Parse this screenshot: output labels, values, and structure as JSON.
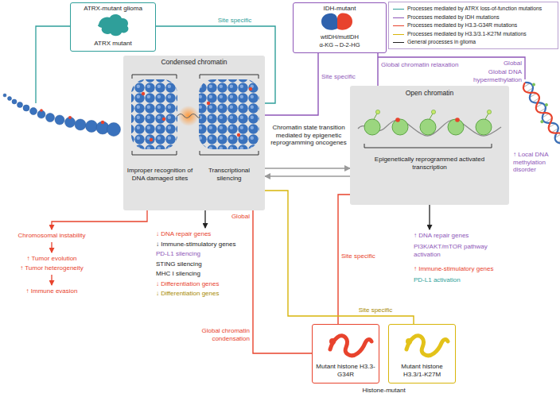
{
  "diagram": {
    "nodes": [
      {
        "text": [
          "ATRX-mutant glioma",
          "ATRX mutant"
        ]
      },
      {
        "text": [
          "IDH-mutant",
          "wtIDH/mutIDH",
          "α-KG→D-2-HG"
        ]
      },
      {
        "text": [
          "Condensed chromatin",
          "Improper recognition of DNA damaged sites",
          "Transcriptional silencing"
        ]
      },
      {
        "text": [
          "Open chromatin",
          "Epigenetically reprogrammed activated transcription"
        ]
      },
      {
        "text": [
          "Mutant histone H3.3-G34R"
        ]
      },
      {
        "text": [
          "Mutant histone H3.3/1-K27M"
        ]
      }
    ],
    "edges": [
      {
        "from": 0,
        "to": 2,
        "arrow": "none",
        "label": "Site specific"
      },
      {
        "from": 1,
        "to": 2,
        "arrow": "none",
        "label": "Site specific"
      },
      {
        "from": 1,
        "to": 3,
        "arrow": "none",
        "label": "Global chromatin relaxation"
      },
      {
        "from": 2,
        "to": 3,
        "arrow": "to"
      },
      {
        "from": 3,
        "to": 2,
        "arrow": "to"
      },
      {
        "from": 4,
        "to": 2,
        "arrow": "none",
        "label": "Global chromatin condensation"
      },
      {
        "from": 4,
        "to": 3,
        "arrow": "none",
        "label": "Site specific"
      },
      {
        "from": 5,
        "to": 2,
        "arrow": "none",
        "label": "Site specific"
      }
    ],
    "labels": [
      "Chromatin state transition mediated by epigenetic reprogramming oncogenes",
      "Global",
      "Global DNA hypermethylation",
      "↑ Local DNA methylation disorder",
      "Global",
      "Histone-mutant",
      "Chromosomal instability",
      "↑ Tumor evolution",
      "↑ Tumor heterogeneity",
      "↑ Immune evasion",
      "↓ DNA repair genes",
      "↓ Immune-stimulatory genes",
      "PD-L1 silencing",
      "STING silencing",
      "MHC I silencing",
      "↓ Differentiation genes",
      "↓ Differentiation genes",
      "↑ DNA repair genes",
      "PI3K/AKT/mTOR pathway activation",
      "↑ Immune-stimulatory genes",
      "PD-L1 activation"
    ],
    "legend": [
      {
        "text": "Processes mediated by ATRX loss-of-function mutations"
      },
      {
        "text": "Processes mediated by IDH mutations"
      },
      {
        "text": "Processes mediated by H3.3-G34R mutations"
      },
      {
        "text": "Processes mediated by H3.3/3.1-K27M mutations"
      },
      {
        "text": "General processes in glioma"
      }
    ]
  }
}
